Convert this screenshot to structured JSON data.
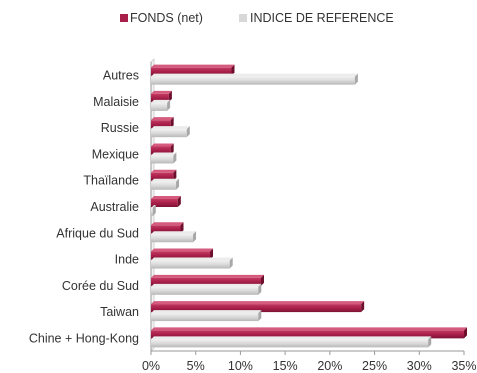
{
  "chart_data": {
    "type": "bar",
    "orientation": "horizontal",
    "categories": [
      "Chine + Hong-Kong",
      "Taiwan",
      "Corée du Sud",
      "Inde",
      "Afrique du Sud",
      "Australie",
      "Thaïlande",
      "Mexique",
      "Russie",
      "Malaisie",
      "Autres"
    ],
    "series": [
      {
        "name": "FONDS (net)",
        "color": "#a8204a",
        "values": [
          35.0,
          23.5,
          12.3,
          6.6,
          3.3,
          3.0,
          2.5,
          2.2,
          2.2,
          2.0,
          9.0
        ]
      },
      {
        "name": "INDICE DE REFERENCE",
        "color": "#d8d8d8",
        "values": [
          31.0,
          12.0,
          12.0,
          8.8,
          4.7,
          0.2,
          2.8,
          2.5,
          4.0,
          1.8,
          22.8
        ]
      }
    ],
    "x_ticks": [
      "0%",
      "5%",
      "10%",
      "15%",
      "20%",
      "25%",
      "30%",
      "35%"
    ],
    "xlim": [
      0,
      35
    ],
    "legend_position": "top",
    "grid": false
  }
}
